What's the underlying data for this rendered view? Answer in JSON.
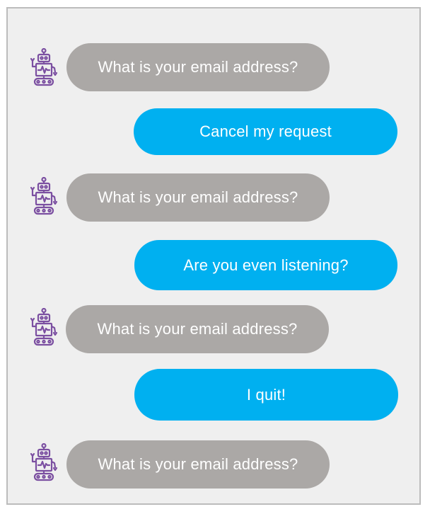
{
  "colors": {
    "bot_bubble": "#aba8a6",
    "user_bubble": "#00b0f0",
    "bubble_text": "#ffffff",
    "robot_icon": "#7b4fa1",
    "background": "#efefef"
  },
  "avatar_icon": "robot-icon",
  "messages": [
    {
      "sender": "bot",
      "text": "What is your email address?"
    },
    {
      "sender": "user",
      "text": "Cancel my request"
    },
    {
      "sender": "bot",
      "text": "What is your email address?"
    },
    {
      "sender": "user",
      "text": "Are you even listening?"
    },
    {
      "sender": "bot",
      "text": "What is your email address?"
    },
    {
      "sender": "user",
      "text": "I quit!"
    },
    {
      "sender": "bot",
      "text": "What is your email address?"
    }
  ]
}
